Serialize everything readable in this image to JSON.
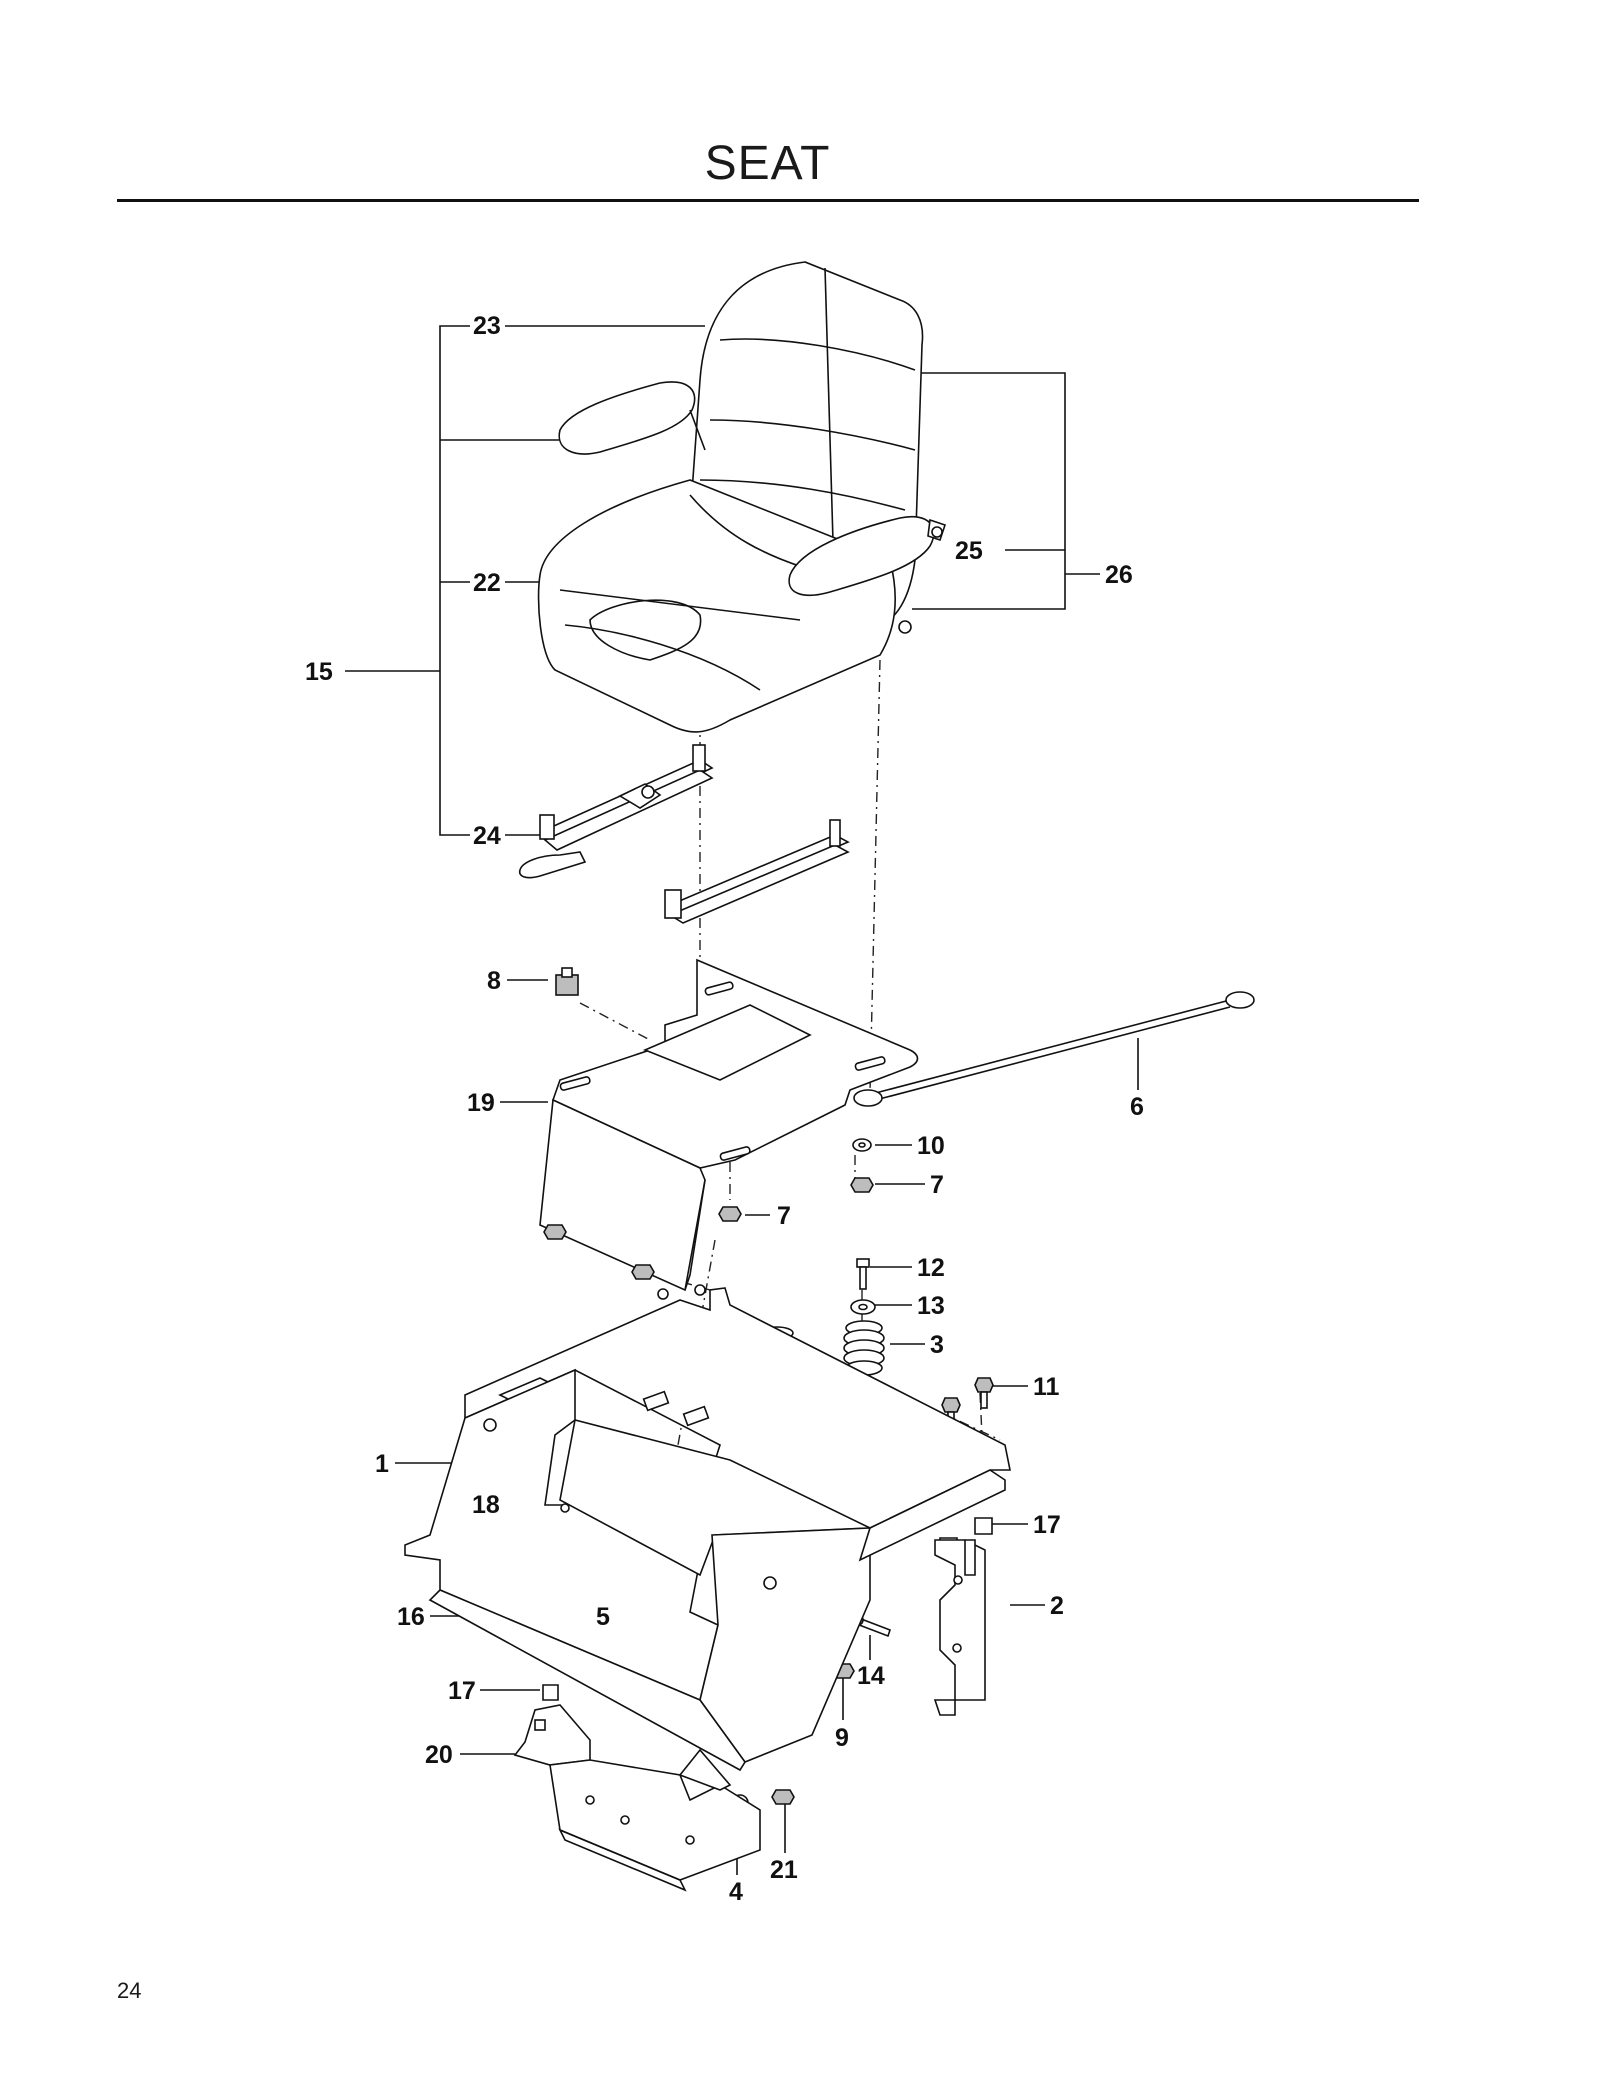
{
  "page": {
    "title": "SEAT",
    "page_number": "24"
  },
  "callouts": {
    "c1": "1",
    "c2": "2",
    "c3": "3",
    "c4": "4",
    "c5": "5",
    "c6": "6",
    "c7a": "7",
    "c7b": "7",
    "c8": "8",
    "c9": "9",
    "c10": "10",
    "c11": "11",
    "c12": "12",
    "c13": "13",
    "c14": "14",
    "c15": "15",
    "c16": "16",
    "c17a": "17",
    "c17b": "17",
    "c18": "18",
    "c19": "19",
    "c20": "20",
    "c21": "21",
    "c22": "22",
    "c23": "23",
    "c24": "24",
    "c25": "25",
    "c26": "26"
  }
}
